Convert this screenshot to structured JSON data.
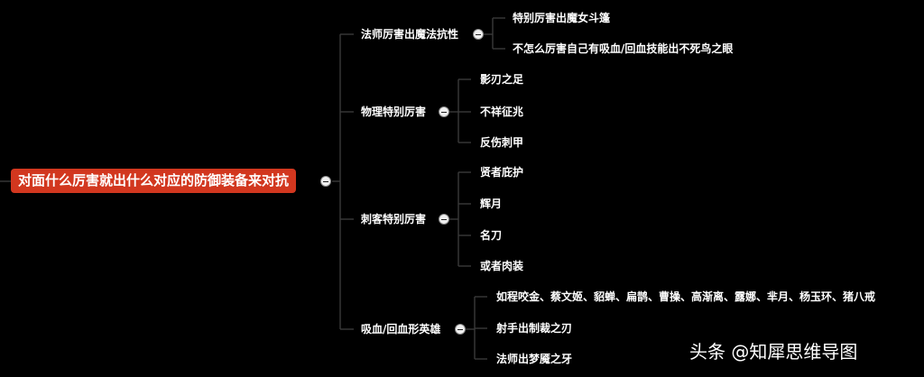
{
  "root": "对面什么厉害就出什么对应的防御装备来对抗",
  "branches": [
    {
      "label": "法师厉害出魔法抗性",
      "children": [
        "特别厉害出魔女斗篷",
        "不怎么厉害自己有吸血/回血技能出不死鸟之眼"
      ]
    },
    {
      "label": "物理特别厉害",
      "children": [
        "影刃之足",
        "不祥征兆",
        "反伤刺甲"
      ]
    },
    {
      "label": "刺客特别厉害",
      "children": [
        "贤者庇护",
        "辉月",
        "名刀",
        "或者肉装"
      ]
    },
    {
      "label": "吸血/回血形英雄",
      "children": [
        "如程咬金、蔡文姬、貂蝉、扁鹊、曹操、高渐离、露娜、芈月、杨玉环、猪八戒",
        "射手出制裁之刃",
        "法师出梦魇之牙"
      ]
    }
  ],
  "watermark": "头条 @知犀思维导图",
  "colors": {
    "background": "#000000",
    "root_fill": "#d2371f",
    "connector": "#3a3a3a",
    "text": "#ffffff"
  },
  "icons": {
    "toggle": "collapse-toggle-icon"
  }
}
